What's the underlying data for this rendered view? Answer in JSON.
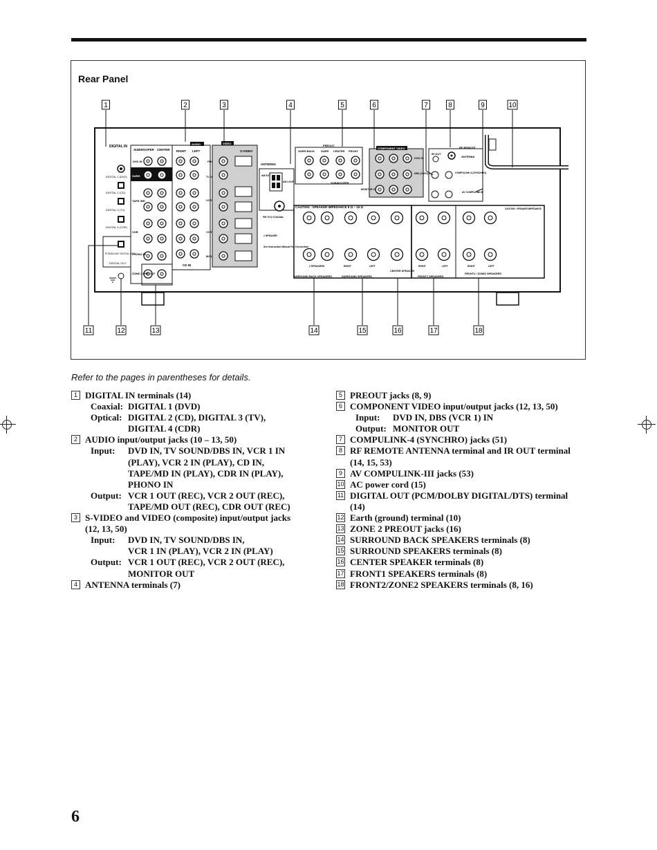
{
  "figure": {
    "title": "Rear Panel",
    "callouts_top": [
      "1",
      "2",
      "3",
      "4",
      "5",
      "6",
      "7",
      "8",
      "9",
      "10"
    ],
    "callouts_bottom": [
      "11",
      "12",
      "13",
      "14",
      "15",
      "16",
      "17",
      "18"
    ],
    "panel_labels": {
      "digital_in": "DIGITAL IN",
      "digital1": "DIGITAL 1 (DVD)",
      "digital2": "DIGITAL 2 (CD)",
      "digital3": "DIGITAL 3 (TV)",
      "digital4": "DIGITAL 4 (CDR)",
      "digital_out": "DIGITAL OUT",
      "pcm": "PCM/DOLBY DIGITAL /DTS",
      "subwoofer": "SUBWOOFER",
      "center": "CENTER",
      "audio": "AUDIO",
      "video": "VIDEO",
      "right": "RIGHT",
      "left": "LEFT",
      "svideo": "S-VIDEO",
      "dvd_in": "DVD IN",
      "surr": "SURR",
      "front": "FRONT",
      "tvsound": "TV SOUND /DBS IN",
      "tape_md": "TAPE /MD",
      "cdr": "CDR",
      "phono": "PHONO IN",
      "zone2": "ZONE 2 PRE OUT",
      "vcr1": "VCR 1",
      "vcr2": "VCR 2",
      "monitor_out": "MONITOR OUT",
      "cd_in": "CD IN",
      "antenna": "ANTENNA",
      "am_ext": "AM EXT",
      "am_loop": "AM LOOP",
      "fm": "FM 75 Ω COAXIAL",
      "preout": "PREOUT",
      "surr_back": "SURR BACK",
      "component_video": "COMPONENT VIDEO",
      "dbs": "DBS (VCR1) IN",
      "ir_out": "IR OUT",
      "rf_remote": "RF REMOTE",
      "compulink4": "COMPULINK-4 (SYNCHRO)",
      "av_compulink": "AV COMPULINK-Ⅲ",
      "caution": "CAUTION : SPEAKER IMPEDANCE 8 Ω ~ 16 Ω",
      "one_speaker": "1 SPEAKER",
      "two_speakers": "2 SPEAKERS",
      "see_manual": "See Instruction Manual For Connection",
      "surr_back_speakers": "SURROUND BACK SPEAKERS",
      "surround_speakers": "SURROUND SPEAKERS",
      "center_speaker": "CENTER SPEAKER",
      "front1_speakers": "FRONT1 SPEAKERS",
      "front2_speakers": "FRONT2 / ZONE2 SPEAKERS",
      "caution2": "CAUTION : SPEAKER IMPEDANCE"
    }
  },
  "caption": "Refer to the pages in parentheses for details.",
  "left_items": [
    {
      "num": "1",
      "text": "DIGITAL IN terminals (14)",
      "subs": [
        {
          "label": "Coaxial:",
          "value": "DIGITAL 1 (DVD)"
        },
        {
          "label": "Optical:",
          "value": "DIGITAL 2 (CD), DIGITAL 3 (TV),"
        },
        {
          "label": "",
          "value": "DIGITAL 4 (CDR)"
        }
      ]
    },
    {
      "num": "2",
      "text": "AUDIO input/output jacks (10 – 13, 50)",
      "subs": [
        {
          "label": "Input:",
          "value": "DVD IN, TV SOUND/DBS IN, VCR 1 IN"
        },
        {
          "label": "",
          "value": "(PLAY), VCR 2 IN (PLAY), CD IN,"
        },
        {
          "label": "",
          "value": "TAPE/MD IN (PLAY), CDR IN (PLAY),"
        },
        {
          "label": "",
          "value": "PHONO IN"
        },
        {
          "label": "Output:",
          "value": "VCR 1 OUT (REC), VCR 2 OUT (REC),"
        },
        {
          "label": "",
          "value": "TAPE/MD OUT (REC), CDR OUT (REC)"
        }
      ]
    },
    {
      "num": "3",
      "text": "S-VIDEO and VIDEO (composite) input/output jacks",
      "cont": "(12, 13, 50)",
      "subs": [
        {
          "label": "Input:",
          "value": "DVD IN, TV SOUND/DBS IN,"
        },
        {
          "label": "",
          "value": "VCR 1 IN (PLAY), VCR 2 IN (PLAY)"
        },
        {
          "label": "Output:",
          "value": "VCR 1 OUT (REC), VCR 2 OUT (REC),"
        },
        {
          "label": "",
          "value": "MONITOR OUT"
        }
      ]
    },
    {
      "num": "4",
      "text": "ANTENNA terminals (7)",
      "subs": []
    }
  ],
  "right_items": [
    {
      "num": "5",
      "text": "PREOUT jacks (8, 9)",
      "subs": []
    },
    {
      "num": "6",
      "text": "COMPONENT VIDEO input/output jacks (12, 13, 50)",
      "subs": [
        {
          "label": "Input:",
          "value": "DVD IN, DBS (VCR 1) IN"
        },
        {
          "label": "Output:",
          "value": "MONITOR OUT"
        }
      ]
    },
    {
      "num": "7",
      "text": "COMPULINK-4 (SYNCHRO) jacks (51)",
      "subs": []
    },
    {
      "num": "8",
      "text": "RF REMOTE ANTENNA terminal and IR OUT terminal",
      "cont": "(14, 15, 53)",
      "subs": []
    },
    {
      "num": "9",
      "text": "AV COMPULINK-III jacks (53)",
      "subs": []
    },
    {
      "num": "10",
      "text": "AC power cord (15)",
      "subs": []
    },
    {
      "num": "11",
      "text": "DIGITAL OUT (PCM/DOLBY DIGITAL/DTS) terminal",
      "cont": "(14)",
      "subs": []
    },
    {
      "num": "12",
      "text": "Earth (ground) terminal (10)",
      "subs": []
    },
    {
      "num": "13",
      "text": "ZONE 2 PREOUT jacks (16)",
      "subs": []
    },
    {
      "num": "14",
      "text": "SURROUND BACK SPEAKERS terminals (8)",
      "subs": []
    },
    {
      "num": "15",
      "text": "SURROUND SPEAKERS terminals (8)",
      "subs": []
    },
    {
      "num": "16",
      "text": "CENTER SPEAKER terminals (8)",
      "subs": []
    },
    {
      "num": "17",
      "text": "FRONT1 SPEAKERS terminals (8)",
      "subs": []
    },
    {
      "num": "18",
      "text": "FRONT2/ZONE2 SPEAKERS terminals (8, 16)",
      "subs": []
    }
  ],
  "page_number": "6"
}
